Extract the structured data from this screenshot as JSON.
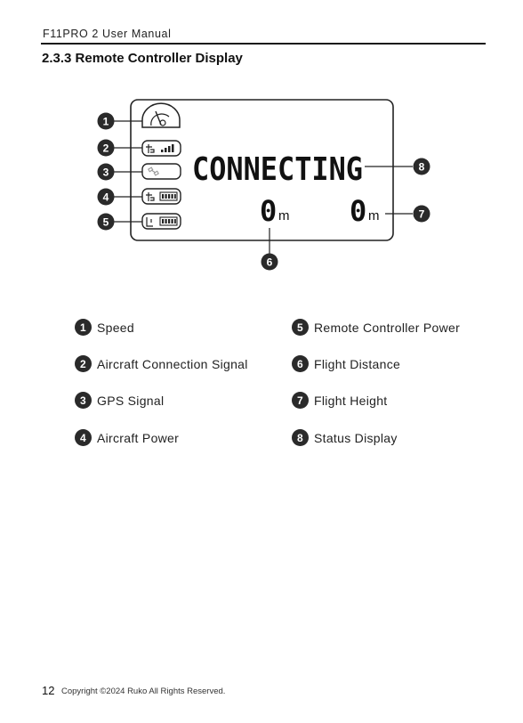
{
  "header": {
    "title": "F11PRO 2 User Manual"
  },
  "section": {
    "title": "2.3.3 Remote Controller Display"
  },
  "display": {
    "status_text": "CONNECTING",
    "distance_value": "0",
    "height_value": "0",
    "unit": "m"
  },
  "callouts": [
    "1",
    "2",
    "3",
    "4",
    "5",
    "6",
    "7",
    "8"
  ],
  "legend": [
    {
      "num": "1",
      "label": "Speed"
    },
    {
      "num": "2",
      "label": "Aircraft Connection Signal"
    },
    {
      "num": "3",
      "label": "GPS Signal"
    },
    {
      "num": "4",
      "label": "Aircraft Power"
    },
    {
      "num": "5",
      "label": "Remote Controller Power"
    },
    {
      "num": "6",
      "label": "Flight Distance"
    },
    {
      "num": "7",
      "label": "Flight Height"
    },
    {
      "num": "8",
      "label": "Status Display"
    }
  ],
  "icons": [
    "speedometer-icon",
    "aircraft-signal-icon",
    "gps-satellite-icon",
    "aircraft-battery-icon",
    "controller-battery-icon"
  ],
  "footer": {
    "page_number": "12",
    "copyright": "Copyright ©2024 Ruko All Rights Reserved."
  }
}
